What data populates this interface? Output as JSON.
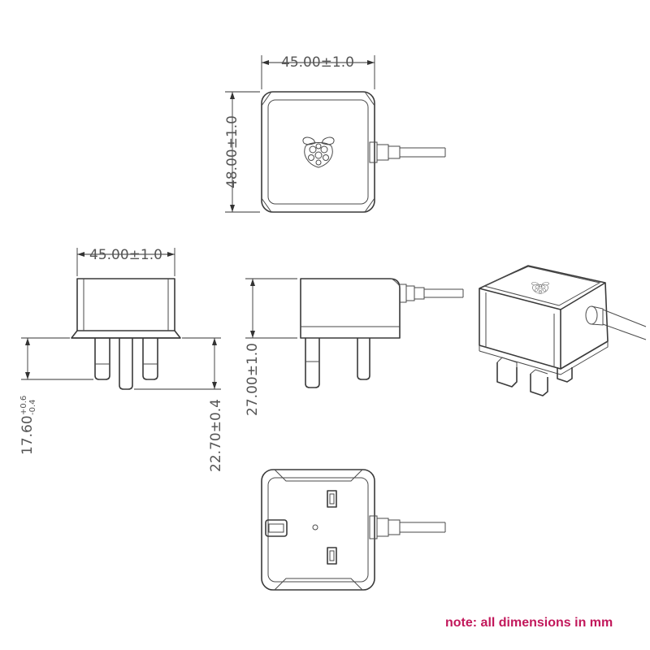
{
  "dimensions": {
    "top_width": "45.00±1.0",
    "top_height": "48.00±1.0",
    "front_width": "45.00±1.0",
    "pin_short_main": "17.60",
    "pin_short_plus": "+0.6",
    "pin_short_minus": "-0.4",
    "pin_long": "22.70±0.4",
    "total_height": "27.00±1.0"
  },
  "note": "note: all dimensions in mm",
  "colors": {
    "line": "#3a3a3a",
    "dimension_text": "#555555",
    "note": "#c2185b"
  },
  "icons": [
    "raspberry-logo-icon"
  ]
}
